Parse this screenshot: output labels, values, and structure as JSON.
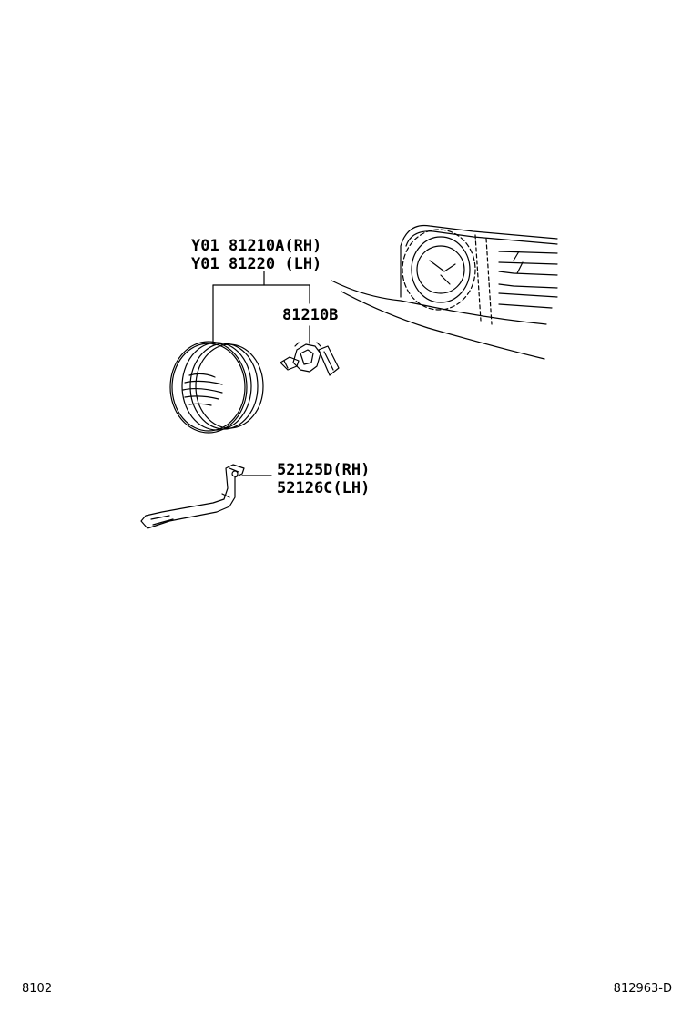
{
  "callouts": {
    "fog_lamp_rh": "Y01 81210A(RH)",
    "fog_lamp_lh": "Y01 81220 (LH)",
    "bulb": "81210B",
    "bracket_rh": "52125D(RH)",
    "bracket_lh": "52126C(LH)"
  },
  "footer": {
    "left": "8102",
    "right": "812963-D"
  },
  "colors": {
    "line": "#000000",
    "background": "#ffffff"
  }
}
